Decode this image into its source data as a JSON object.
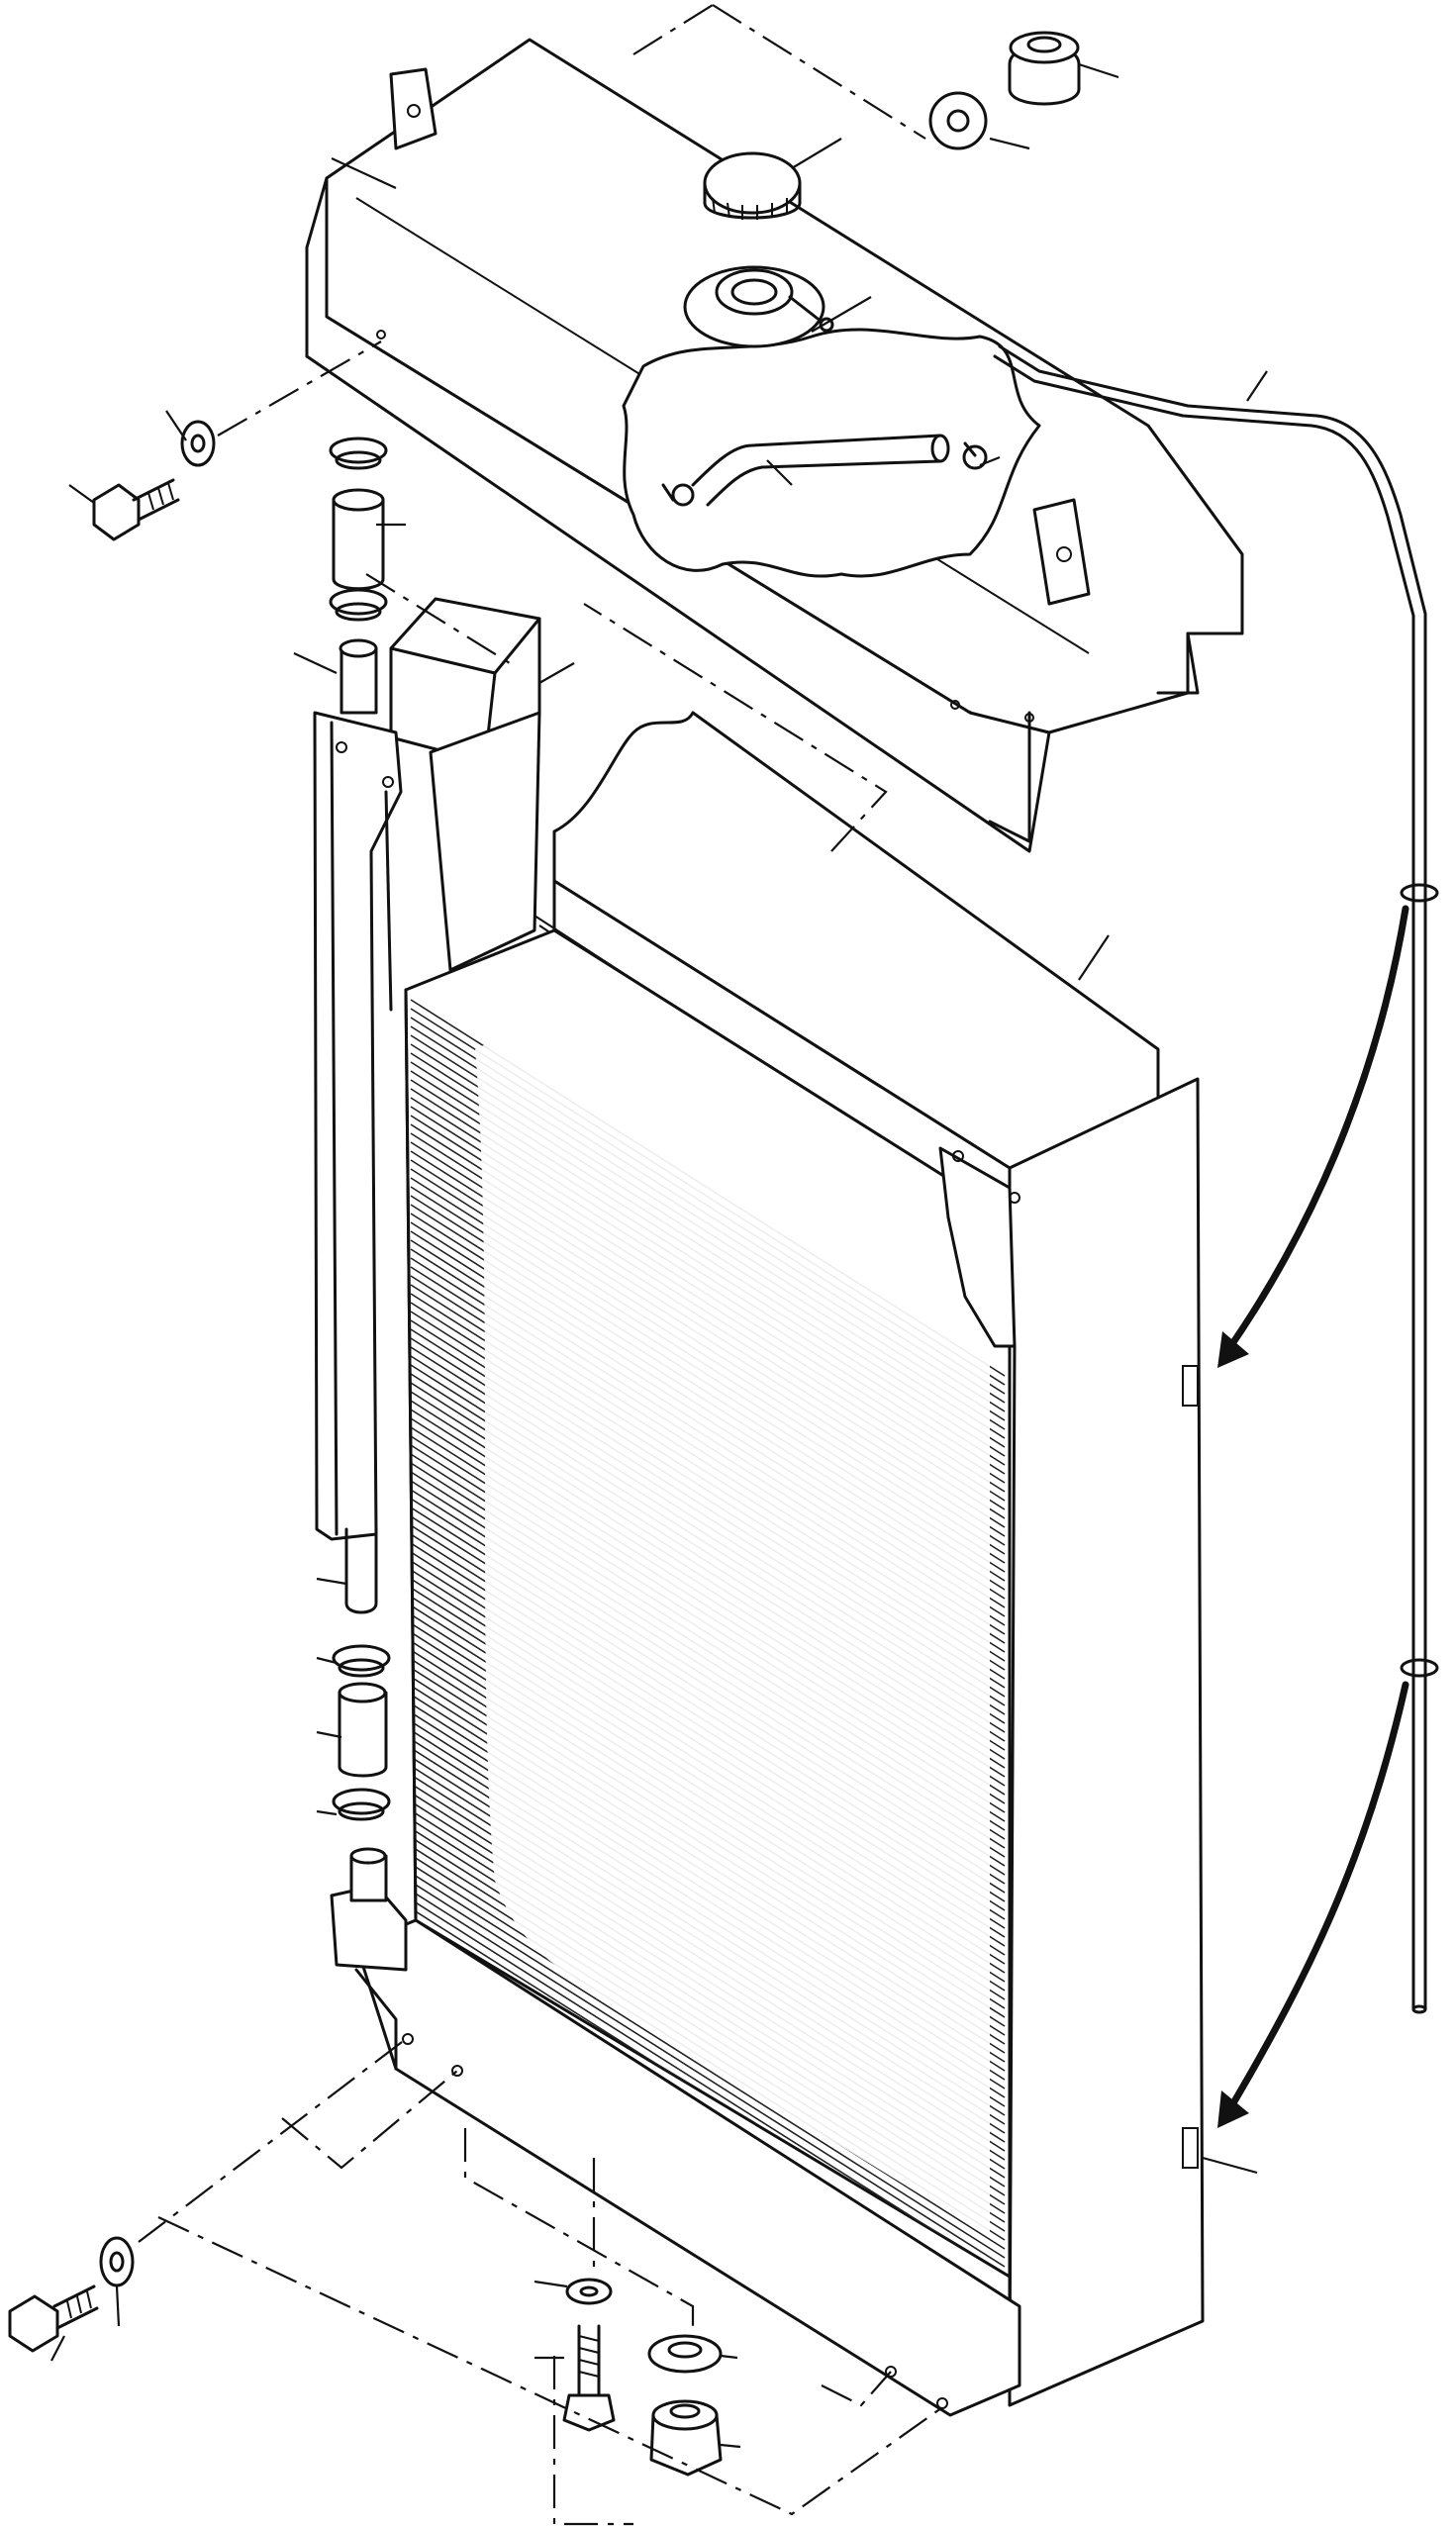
{
  "diagram": {
    "style": "exploded-view line drawing",
    "stroke_color": "#111111",
    "background": "#ffffff",
    "parts": [
      {
        "name": "header-tank"
      },
      {
        "name": "filler-cap"
      },
      {
        "name": "filler-neck"
      },
      {
        "name": "overflow-pipe"
      },
      {
        "name": "radiator-core"
      },
      {
        "name": "side-panel-right"
      },
      {
        "name": "side-channel-left"
      },
      {
        "name": "top-box"
      },
      {
        "name": "upper-hose"
      },
      {
        "name": "lower-hose"
      },
      {
        "name": "drain-plug"
      },
      {
        "name": "bolts"
      },
      {
        "name": "washers"
      }
    ]
  }
}
